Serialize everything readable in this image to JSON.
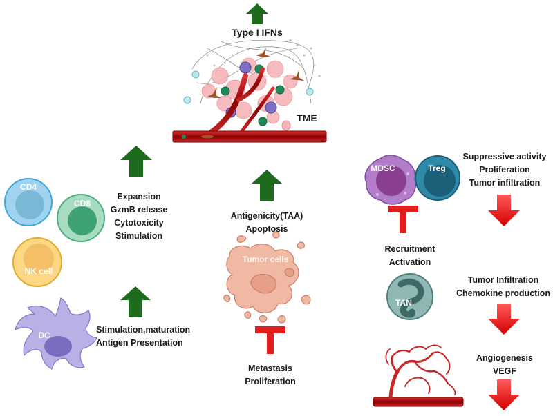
{
  "tme": {
    "title": "Type I IFNs",
    "label": "TME"
  },
  "immune": {
    "cells": {
      "cd4": "CD4",
      "cd8": "CD8",
      "nk": "NK cell",
      "dc": "DC"
    },
    "effects": [
      "Expansion",
      "GzmB release",
      "Cytotoxicity",
      "Stimulation"
    ],
    "dc_effects": [
      "Stimulation,maturation",
      "Antigen Presentation"
    ]
  },
  "tumor": {
    "cell_label": "Tumor cells",
    "up_effects": [
      "Antigenicity(TAA)",
      "Apoptosis"
    ],
    "inhibited": [
      "Metastasis",
      "Proliferation"
    ]
  },
  "suppressive": {
    "cells": {
      "mdsc": "MDSC",
      "treg": "Treg",
      "tan": "TAN"
    },
    "effects": [
      "Suppressive activity",
      "Proliferation",
      "Tumor infiltration"
    ],
    "recruitment": [
      "Recruitment",
      "Activation"
    ],
    "tan_effects": [
      "Tumor Infiltration",
      "Chemokine production"
    ],
    "angio_effects": [
      "Angiogenesis",
      "VEGF"
    ]
  },
  "colors": {
    "up_arrow": "#1e6b1e",
    "down_arrow": "#e11d1d",
    "inhibit": "#e11d1d",
    "vessel": "#b71c1c"
  }
}
